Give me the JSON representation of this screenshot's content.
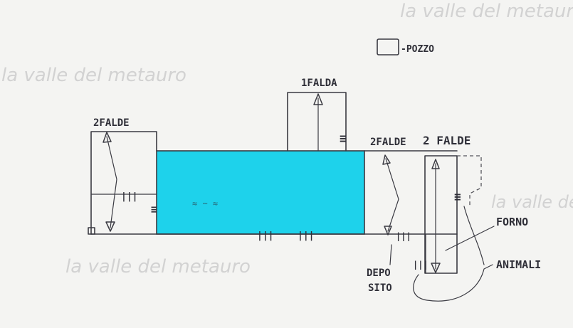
{
  "watermark": "la valle del metauro",
  "colors": {
    "background": "#f4f4f2",
    "ink": "#3a3a42",
    "pool_fill": "#1ed2eb",
    "watermark": "#d2d2d2"
  },
  "legend": {
    "label": "-POZZO",
    "icon": "square-well-symbol"
  },
  "labels": {
    "left_roof": "2FALDE",
    "center_roof": "1FALDA",
    "right_roof_a": "2FALDE",
    "right_roof_b": "2 FALDE",
    "forno": "FORNO",
    "animali": "ANIMALI",
    "deposito_line1": "DEPO",
    "deposito_line2": "SITO"
  },
  "marks": {
    "door": "|||",
    "vertical_door": "≡"
  }
}
